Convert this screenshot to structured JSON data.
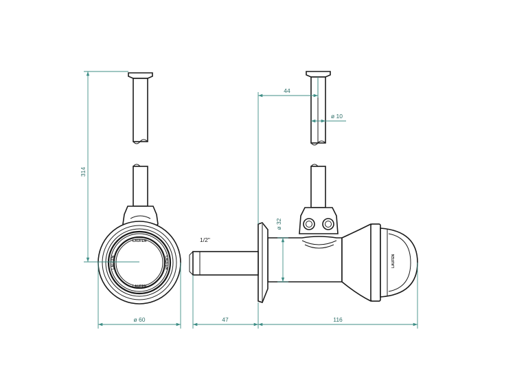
{
  "dimensions": {
    "overall_height": "314",
    "body_diameter": "ø 60",
    "offset": "44",
    "pipe_diameter": "ø 10",
    "outlet_diameter": "ø 32",
    "thread_size": "1/2\"",
    "thread_length": "47",
    "side_length": "116"
  },
  "brand": {
    "logo_text": "LAUFEN"
  },
  "colors": {
    "outline": "#1a1a1a",
    "dimension": "#3f8e86"
  }
}
